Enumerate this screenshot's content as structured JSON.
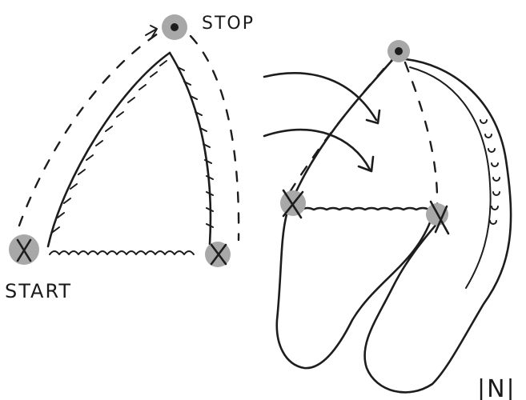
{
  "labels": {
    "stop": "STOP",
    "start": "START",
    "corner_mark": "|N|"
  },
  "colors": {
    "ink": "#1d1d1d",
    "marker_fill": "#a8a8a8",
    "background": "#ffffff"
  }
}
